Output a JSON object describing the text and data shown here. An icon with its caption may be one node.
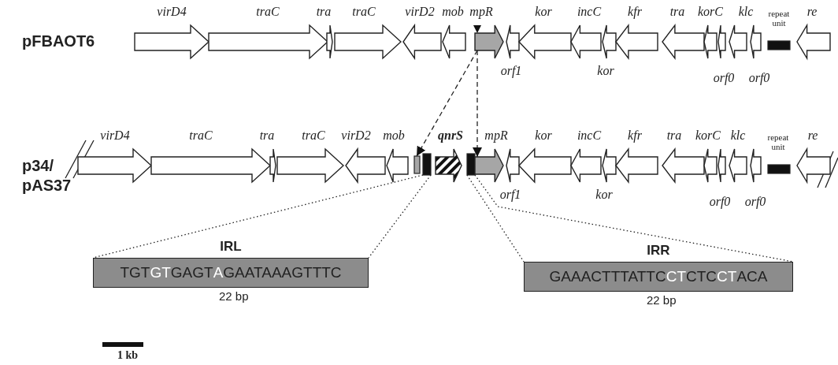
{
  "diagram": {
    "nodes": [
      {
        "text": [
          "virD4"
        ]
      },
      {
        "text": [
          "traC"
        ]
      },
      {
        "text": [
          "tra"
        ]
      },
      {
        "text": [
          "traC"
        ]
      },
      {
        "text": [
          "virD2"
        ]
      },
      {
        "text": [
          "mob"
        ]
      },
      {
        "text": [
          "mpR"
        ]
      },
      {
        "text": [
          "orf1"
        ]
      },
      {
        "text": [
          "kor"
        ]
      },
      {
        "text": [
          "incC"
        ]
      },
      {
        "text": [
          "kor"
        ]
      },
      {
        "text": [
          "kfr"
        ]
      },
      {
        "text": [
          "tra"
        ]
      },
      {
        "text": [
          "korC"
        ]
      },
      {
        "text": [
          "orf0"
        ]
      },
      {
        "text": [
          "klc"
        ]
      },
      {
        "text": [
          "orf0"
        ]
      },
      {
        "text": [
          "repeat unit"
        ]
      },
      {
        "text": [
          "re"
        ]
      },
      {
        "text": [
          "virD4"
        ]
      },
      {
        "text": [
          "traC"
        ]
      },
      {
        "text": [
          "tra"
        ]
      },
      {
        "text": [
          "traC"
        ]
      },
      {
        "text": [
          "virD2"
        ]
      },
      {
        "text": [
          "mob"
        ]
      },
      {
        "text": [],
        "shape": "box"
      },
      {
        "text": [],
        "shape": "box"
      },
      {
        "text": [
          "qnrS"
        ]
      },
      {
        "text": [],
        "shape": "box"
      },
      {
        "text": [
          "mpR"
        ]
      },
      {
        "text": [
          "orf1"
        ]
      },
      {
        "text": [
          "kor"
        ]
      },
      {
        "text": [
          "incC"
        ]
      },
      {
        "text": [
          "kor"
        ]
      },
      {
        "text": [
          "kfr"
        ]
      },
      {
        "text": [
          "tra"
        ]
      },
      {
        "text": [
          "korC"
        ]
      },
      {
        "text": [
          "orf0"
        ]
      },
      {
        "text": [
          "klc"
        ]
      },
      {
        "text": [
          "orf0"
        ]
      },
      {
        "text": [
          "repeat unit"
        ]
      },
      {
        "text": [
          "re"
        ]
      },
      {
        "text": [
          "IRL",
          "TGT**GT**GAGT**A**GAATAAAGTTTC"
        ],
        "beside": [
          "22 bp"
        ]
      },
      {
        "text": [
          "IRR",
          "GAAACTTTATTC**CT**CTC**CT**ACA"
        ],
        "beside": [
          "22 bp"
        ]
      }
    ],
    "edges": [
      {
        "from": 6,
        "to": 25,
        "arrow": "to",
        "style": "dashed"
      },
      {
        "from": 6,
        "to": 29,
        "arrow": "to",
        "style": "dashed"
      },
      {
        "from": 26,
        "to": 42,
        "arrow": "none"
      },
      {
        "from": 26,
        "to": 42,
        "arrow": "none"
      },
      {
        "from": 28,
        "to": 43,
        "arrow": "none"
      },
      {
        "from": 28,
        "to": 43,
        "arrow": "none"
      }
    ],
    "labels": [
      "pFBAOT6",
      "p34/ pAS37",
      "1 kb"
    ]
  }
}
